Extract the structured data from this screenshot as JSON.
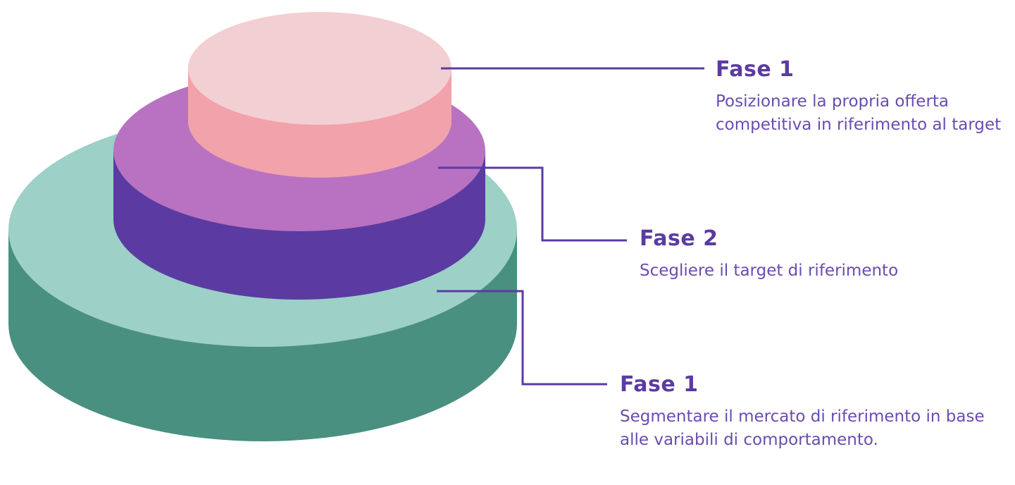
{
  "colors": {
    "top_layer_face": "#f2cfd3",
    "top_layer_side": "#f2a2aa",
    "middle_layer_face": "#b872c1",
    "middle_layer_side": "#5b3ba2",
    "bottom_layer_face": "#9dd0c7",
    "bottom_layer_side": "#4a9080",
    "connector_line": "#5b3ba2",
    "text_accent": "#5b3ba2"
  },
  "labels": [
    {
      "title": "Fase 1",
      "description": "Posizionare la propria offerta competitiva in riferimento al target"
    },
    {
      "title": "Fase 2",
      "description": "Scegliere il target di riferimento"
    },
    {
      "title": "Fase 1",
      "description": "Segmentare il mercato di riferimento in base alle variabili di comportamento."
    }
  ]
}
